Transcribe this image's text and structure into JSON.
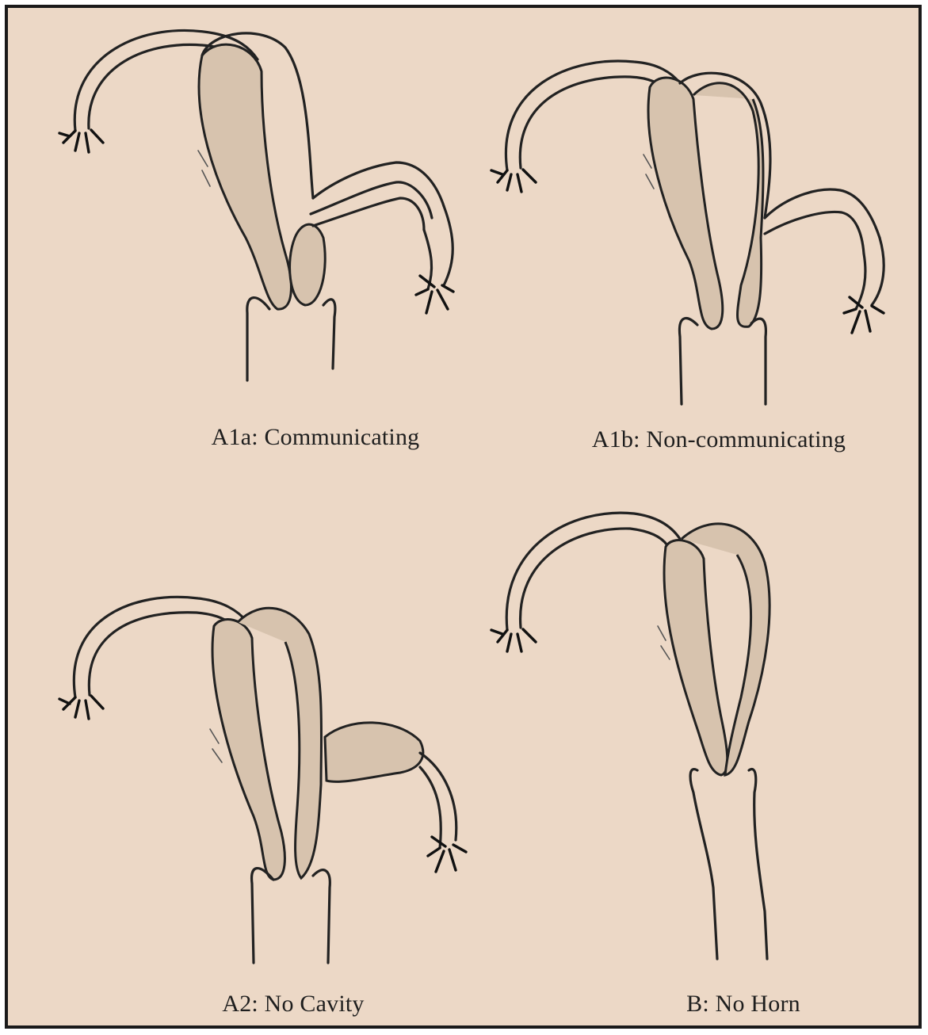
{
  "figure": {
    "panels": [
      {
        "id": "A1a",
        "caption": "A1a: Communicating"
      },
      {
        "id": "A1b",
        "caption": "A1b: Non-communicating"
      },
      {
        "id": "A2",
        "caption": "A2: No Cavity"
      },
      {
        "id": "B",
        "caption": "B: No Horn"
      }
    ]
  },
  "colors": {
    "background": "#ecd8c6",
    "border": "#1a1a1a",
    "ink": "#222222",
    "cavity_fill": "#d7c3ae"
  }
}
